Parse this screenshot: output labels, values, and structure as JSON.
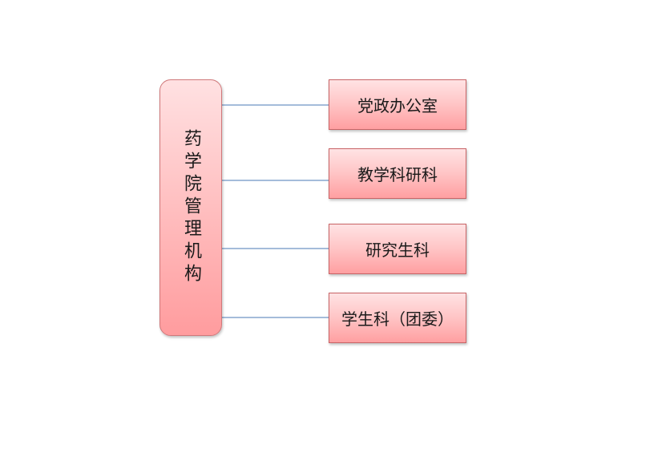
{
  "diagram": {
    "root": {
      "label": "药学院管理机构"
    },
    "children": [
      {
        "label": "党政办公室"
      },
      {
        "label": "教学科研科"
      },
      {
        "label": "研究生科"
      },
      {
        "label": "学生科（团委）"
      }
    ],
    "colors": {
      "connector": "#4a7ab5",
      "node_border": "#c86466",
      "node_fill_top": "#ffe3e4",
      "node_fill_bottom": "#ff9fa1"
    }
  }
}
